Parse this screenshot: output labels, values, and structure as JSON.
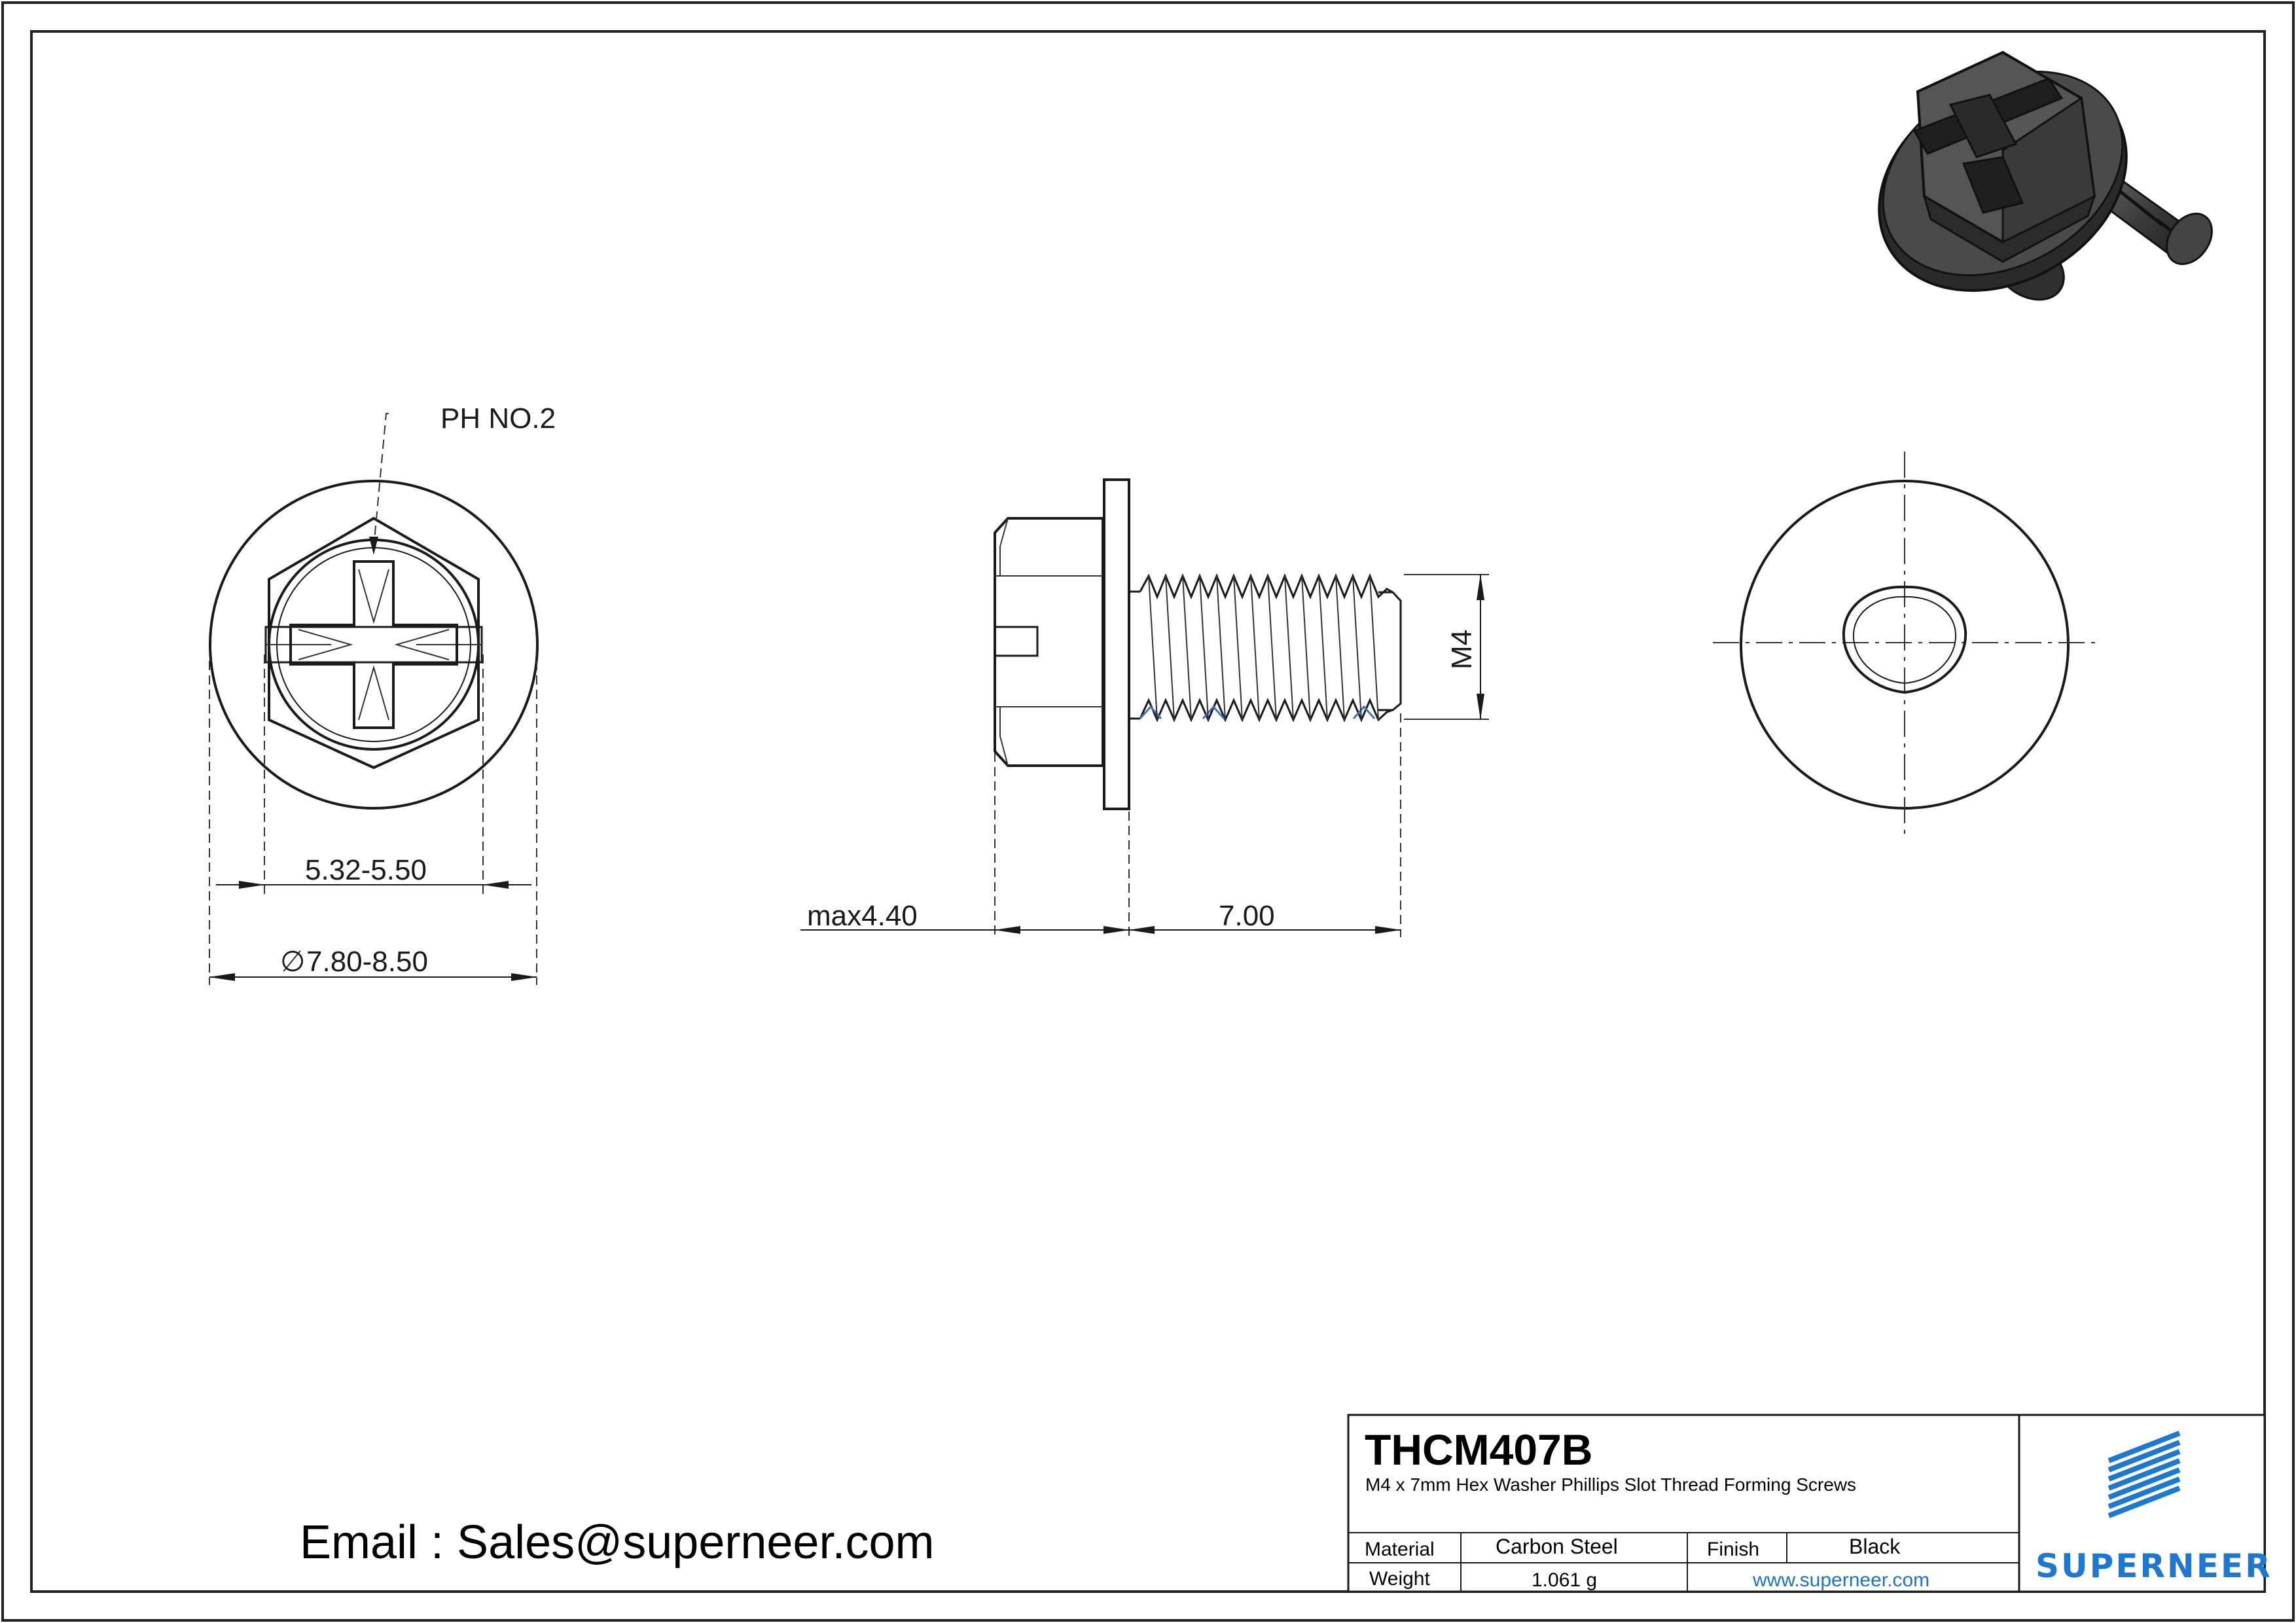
{
  "dimensions": {
    "head_callout": "PH NO.2",
    "across_flats": "5.32-5.50",
    "washer_diameter": "7.80-8.50",
    "diameter_symbol": "∅",
    "head_height": "max4.40",
    "length": "7.00",
    "thread_size": "M4"
  },
  "contact": {
    "email_line": "Email : Sales@superneer.com"
  },
  "title_block": {
    "part_number": "THCM407B",
    "description": "M4 x 7mm Hex Washer Phillips Slot Thread Forming  Screws",
    "material_label": "Material",
    "material_value": "Carbon Steel",
    "finish_label": "Finish",
    "finish_value": "Black",
    "weight_label": "Weight",
    "weight_value": "1.061 g",
    "website": "www.superneer.com",
    "brand_name": "SUPERNEER"
  },
  "colors": {
    "brand_blue": "#1e78cf",
    "link_blue": "#1d73c7",
    "render_dark": "#3a3a3a"
  },
  "icons": [
    "superneer-logo-icon",
    "screw-3d-render-icon",
    "diameter-symbol-icon"
  ]
}
